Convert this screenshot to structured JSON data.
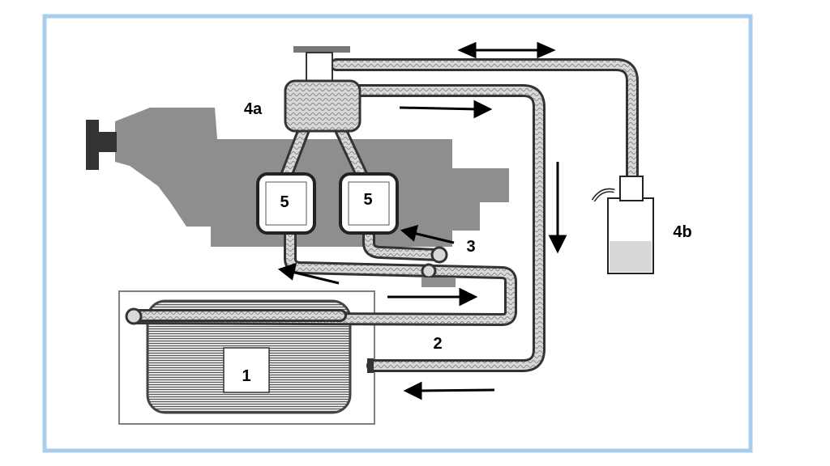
{
  "labels": {
    "radiator": "1",
    "hose": "2",
    "thermostat": "3",
    "header_tank": "4a",
    "overflow_bottle": "4b",
    "cylinder_left": "5",
    "cylinder_right": "5"
  },
  "colors": {
    "frame_border": "#a9cdef",
    "engine_block": "#8e8e8e",
    "pipe_outline": "#333333",
    "pipe_fill": "#c9c9c9",
    "arrow": "#000000",
    "radiator_box": "#7f7f7f",
    "text": "#000000"
  }
}
